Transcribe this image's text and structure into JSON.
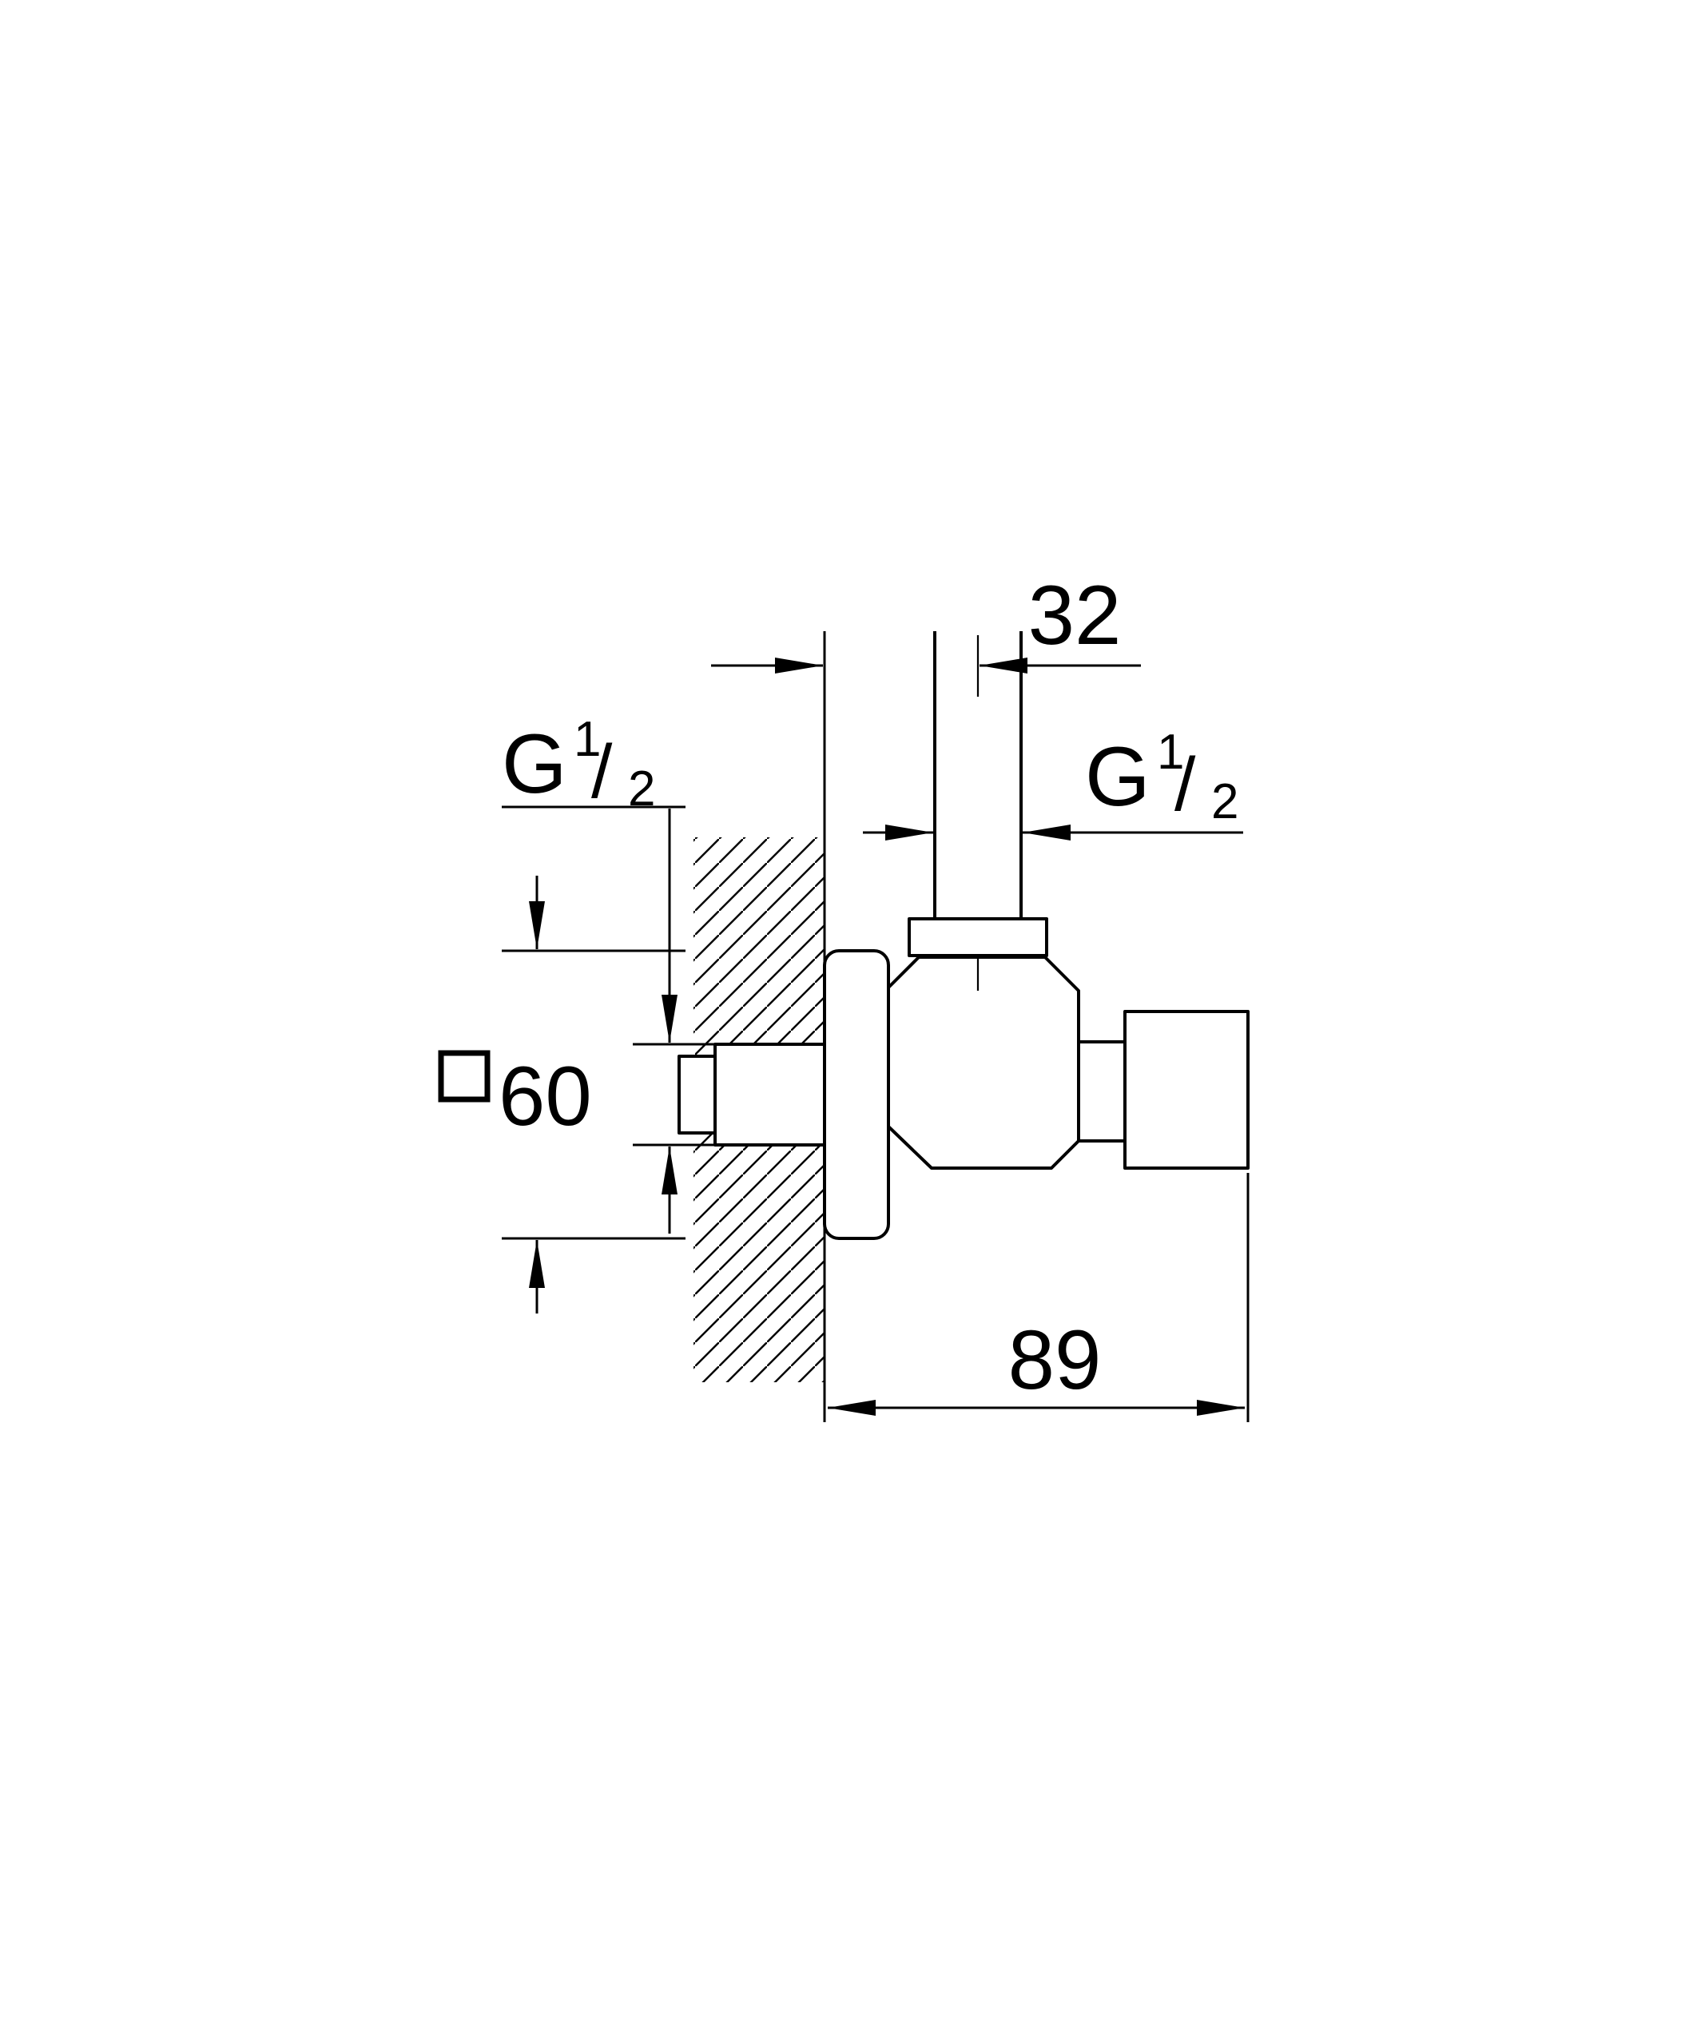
{
  "drawing": {
    "name": "angle-valve-dimension-drawing",
    "labels": {
      "dim_32": "32",
      "dim_60": "60",
      "dim_89": "89",
      "thread_left": {
        "g": "G",
        "num": "1",
        "slash": "/",
        "den": "2"
      },
      "thread_right": {
        "g": "G",
        "num": "1",
        "slash": "/",
        "den": "2"
      }
    },
    "colors": {
      "ink": "#000000",
      "background": "#ffffff"
    }
  }
}
